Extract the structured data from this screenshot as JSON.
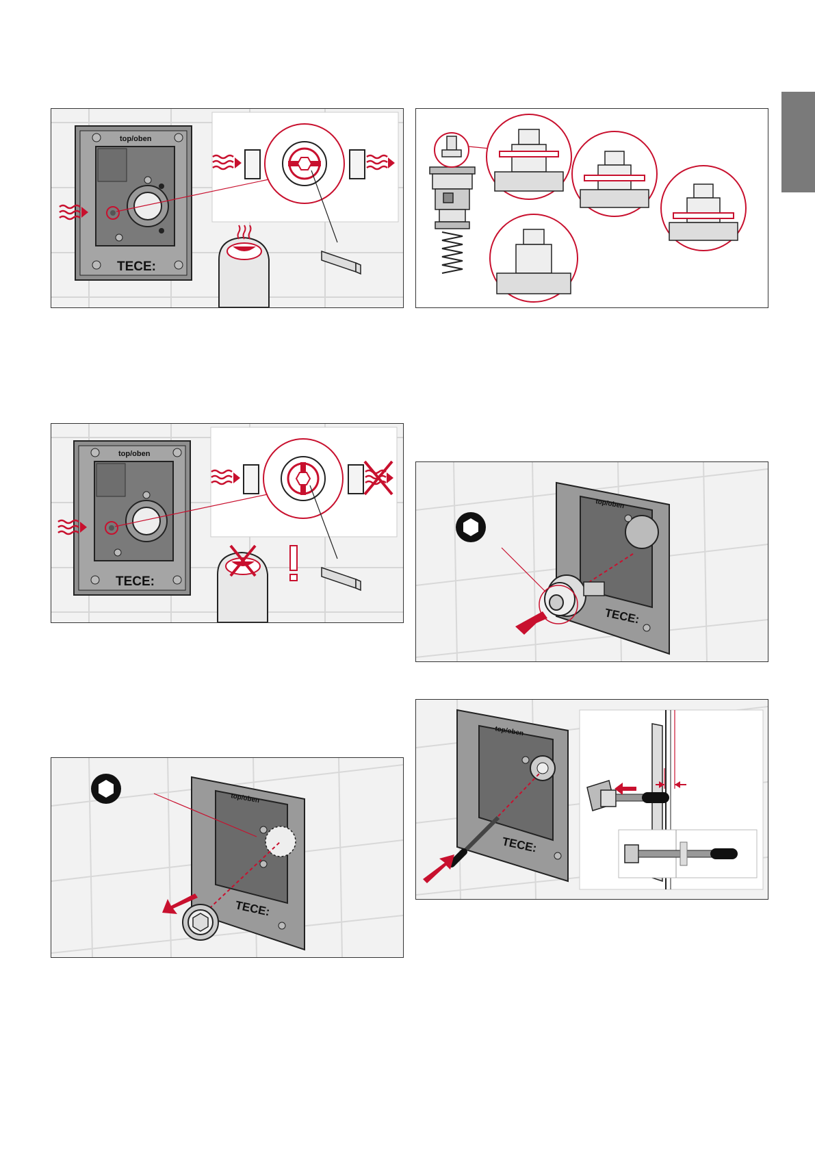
{
  "panels": {
    "p1": {
      "plate_label": "top/oben",
      "brand": "TECE:"
    },
    "p3": {
      "plate_label": "top/oben",
      "brand": "TECE:"
    },
    "p4": {
      "plate_label": "top/oben",
      "brand": "TECE:"
    },
    "p5": {
      "plate_label": "top/oben",
      "brand": "TECE:"
    },
    "p6": {
      "plate_label": "top/oben",
      "brand": "TECE:"
    },
    "p7": {
      "plate_label": "top/oben",
      "brand": "TECE:"
    }
  },
  "colors": {
    "accent": "#c8102e",
    "line": "#222222",
    "tile": "#f2f2f2",
    "plate": "#9a9a9a",
    "side_tab": "#7a7a7a"
  },
  "icons": [
    "heat-wave-icon",
    "arrow-icon",
    "hex-socket-icon",
    "cross-icon",
    "exclamation-icon",
    "hand-icon"
  ]
}
